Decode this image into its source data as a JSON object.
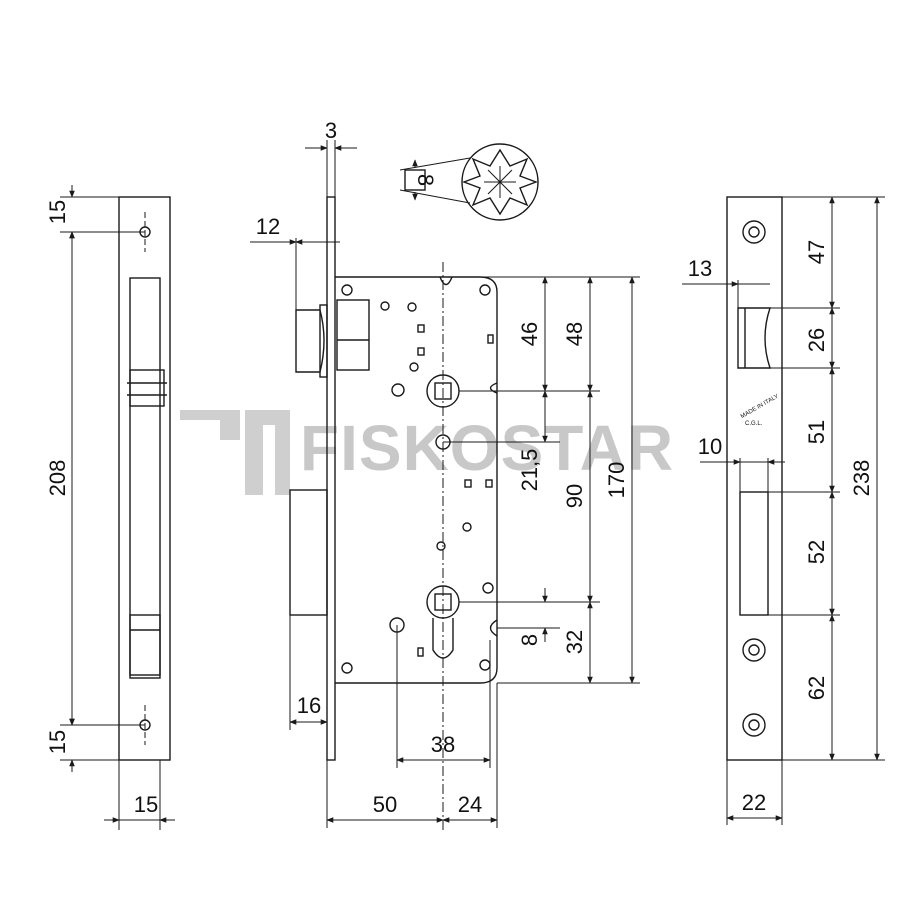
{
  "watermark": {
    "text": "FISKOSTAR",
    "color": "#c8c8c8"
  },
  "dimensions": {
    "front_plate": {
      "top_offset": "15",
      "height": "208",
      "bottom_offset": "15",
      "width": "15"
    },
    "side_view": {
      "faceplate_thickness": "3",
      "latch_projection": "12",
      "deadbolt_projection": "16",
      "backset": "50",
      "body_extra": "24",
      "handle_to_cylinder": "38",
      "spindle_from_top": "46",
      "latch_center_from_top": "48",
      "spindle_to_mid": "21,5",
      "handle_to_cylinder_vertical": "90",
      "body_height": "170",
      "cylinder_offset": "8",
      "cylinder_from_bottom": "32"
    },
    "spindle_square": {
      "size": "8"
    },
    "strike_plate": {
      "latch_opening": "13",
      "deadbolt_opening": "10",
      "top": "47",
      "latch_hole": "26",
      "between": "51",
      "bolt_hole": "52",
      "bottom": "62",
      "total_height": "238",
      "width": "22"
    }
  },
  "strike_stamp": {
    "line1": "MADE IN ITALY",
    "line2": "C.G.L."
  }
}
